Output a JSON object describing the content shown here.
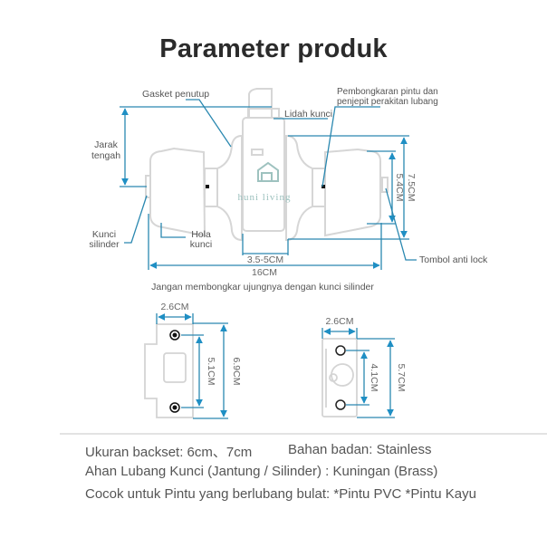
{
  "title": "Parameter produk",
  "watermark": "huni living",
  "callouts": {
    "gasket": "Gasket penutup",
    "latch": "Lidah kunci",
    "disassembly_line1": "Pembongkaran pintu dan",
    "disassembly_line2": "penjepit perakitan lubang",
    "center_distance_line1": "Jarak",
    "center_distance_line2": "tengah",
    "cylinder_line1": "Kunci",
    "cylinder_line2": "silinder",
    "keyhole_line1": "Hola",
    "keyhole_line2": "kunci",
    "anti_lock": "Tombol anti lock"
  },
  "dimensions": {
    "door_thickness": "3.5-5CM",
    "total_length": "16CM",
    "knob_height": "5.4CM",
    "rose_height": "7.5CM",
    "strike_width": "2.6CM",
    "strike_hole_spacing": "5.1CM",
    "strike_height": "6.9CM",
    "plate_width": "2.6CM",
    "plate_hole_spacing": "4.1CM",
    "plate_height": "5.7CM"
  },
  "warning": "Jangan membongkar ujungnya dengan kunci silinder",
  "specs": {
    "backset": "Ukuran backset: 6cm、7cm",
    "material": "Bahan badan: Stainless",
    "cylinder_material": "Ahan Lubang Kunci (Jantung / Silinder) : Kuningan (Brass)",
    "suitable": "Cocok untuk Pintu yang berlubang bulat: *Pintu PVC *Pintu Kayu"
  },
  "colors": {
    "dimension_line": "#1f7fa8",
    "outline": "#d4d4d4",
    "text": "#555555",
    "watermark": "#8fb3b0"
  }
}
